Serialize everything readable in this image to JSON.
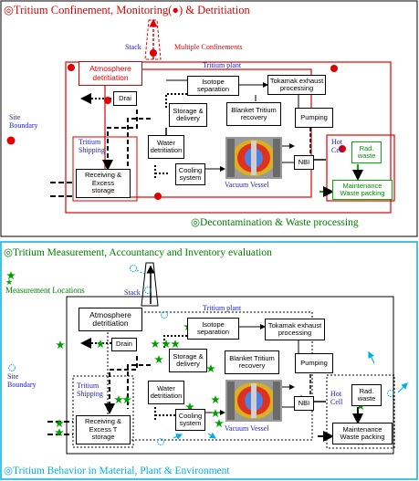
{
  "top_panel": {
    "title": "◎Tritium Confinement, Monitoring(●) & Detritiation",
    "stack_label": "Stack",
    "multiple_confinements_label": "Multiple Confinements",
    "tritium_plant_label": "Tritium plant",
    "atmosphere_detritiation": "Atmosphere\ndetritiation",
    "drain": "Drai",
    "isotope_separation": "Isotope\nseparation",
    "tokamak_exhaust": "Tokamak exhaust\nprocessing",
    "storage_delivery": "Storage &\ndelivery",
    "blanket_recovery": "Blanket Tritium\nrecovery",
    "pumping": "Pumping",
    "water_detritiation": "Water\ndetritiation",
    "nbi": "NBI",
    "cooling_system": "Cooling\nsystem",
    "receiving_storage": "Receiving &\nExcess\nstorage",
    "site_boundary": "Site\nBoundary",
    "tritium_shipping": "Tritium\nShipping",
    "hot_cell": "Hot\nCell",
    "rad_waste": "Rad.\nwaste",
    "maintenance": "Maintenance\nWaste packing",
    "vacuum_vessel": "Vacuum Vessel",
    "footer": "◎Decontamination & Waste processing"
  },
  "bottom_panel": {
    "title": "◎Tritium Measurement, Accountancy and Inventory evaluation",
    "measurement_locations": "Measurement Locations",
    "stack_label": "Stack",
    "tritium_plant_label": "Tritium plant",
    "atmosphere_detritiation": "Atmosphere\ndetritiation",
    "drain": "Drain",
    "isotope_separation": "Isotope\nseparation",
    "tokamak_exhaust": "Tokamak exhaust\nprocessing",
    "storage_delivery": "Storage &\ndelivery",
    "blanket_recovery": "Blanket Tritium\nrecovery",
    "pumping": "Pumping",
    "water_detritiation": "Water\ndetritiation",
    "nbi": "NBI",
    "cooling_system": "Cooling\nsystem",
    "receiving_storage": "Receiving &\nExcess T\nstorage",
    "site_boundary": "Site\nBoundary",
    "tritium_shipping": "Tritium\nShipping",
    "hot_cell": "Hot\nCell",
    "rad_waste": "Rad.\nwaste",
    "maintenance": "Maintenance\nWaste packing",
    "vacuum_vessel": "Vacuum Vessel",
    "footer": "◎Tritium Behavior in Material, Plant & Environment"
  },
  "colors": {
    "red": "#e00000",
    "green": "#008000",
    "cyan": "#00b0e0",
    "blue": "#2020d0"
  }
}
